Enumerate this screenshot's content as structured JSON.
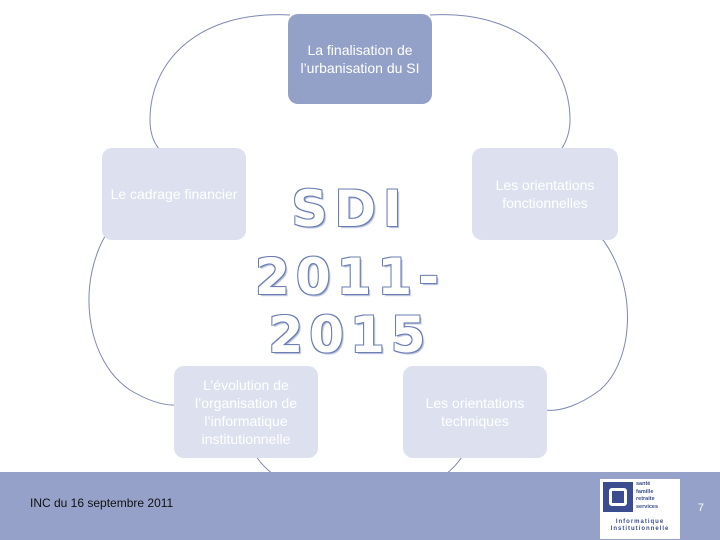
{
  "title": {
    "line1": "SDI",
    "line2": "2011-2015"
  },
  "boxes": {
    "top": "La finalisation de l’urbanisation du SI",
    "left": "Le cadrage financier",
    "right": "Les orientations fonctionnelles",
    "bottom_left": "L’évolution de l’organisation de l’informatique institutionnelle",
    "bottom_right": "Les orientations techniques"
  },
  "footer": {
    "date_text": "INC du 16 septembre 2011",
    "page_number": "7"
  },
  "logo": {
    "lines": [
      "santé",
      "famille",
      "retraite",
      "services"
    ],
    "bottom": "Informatique Institutionnelle"
  },
  "colors": {
    "accent": "#93a0c8",
    "light_box": "#dde1ef",
    "footer": "#95a1c9",
    "title_outline": "#6b7db3"
  }
}
